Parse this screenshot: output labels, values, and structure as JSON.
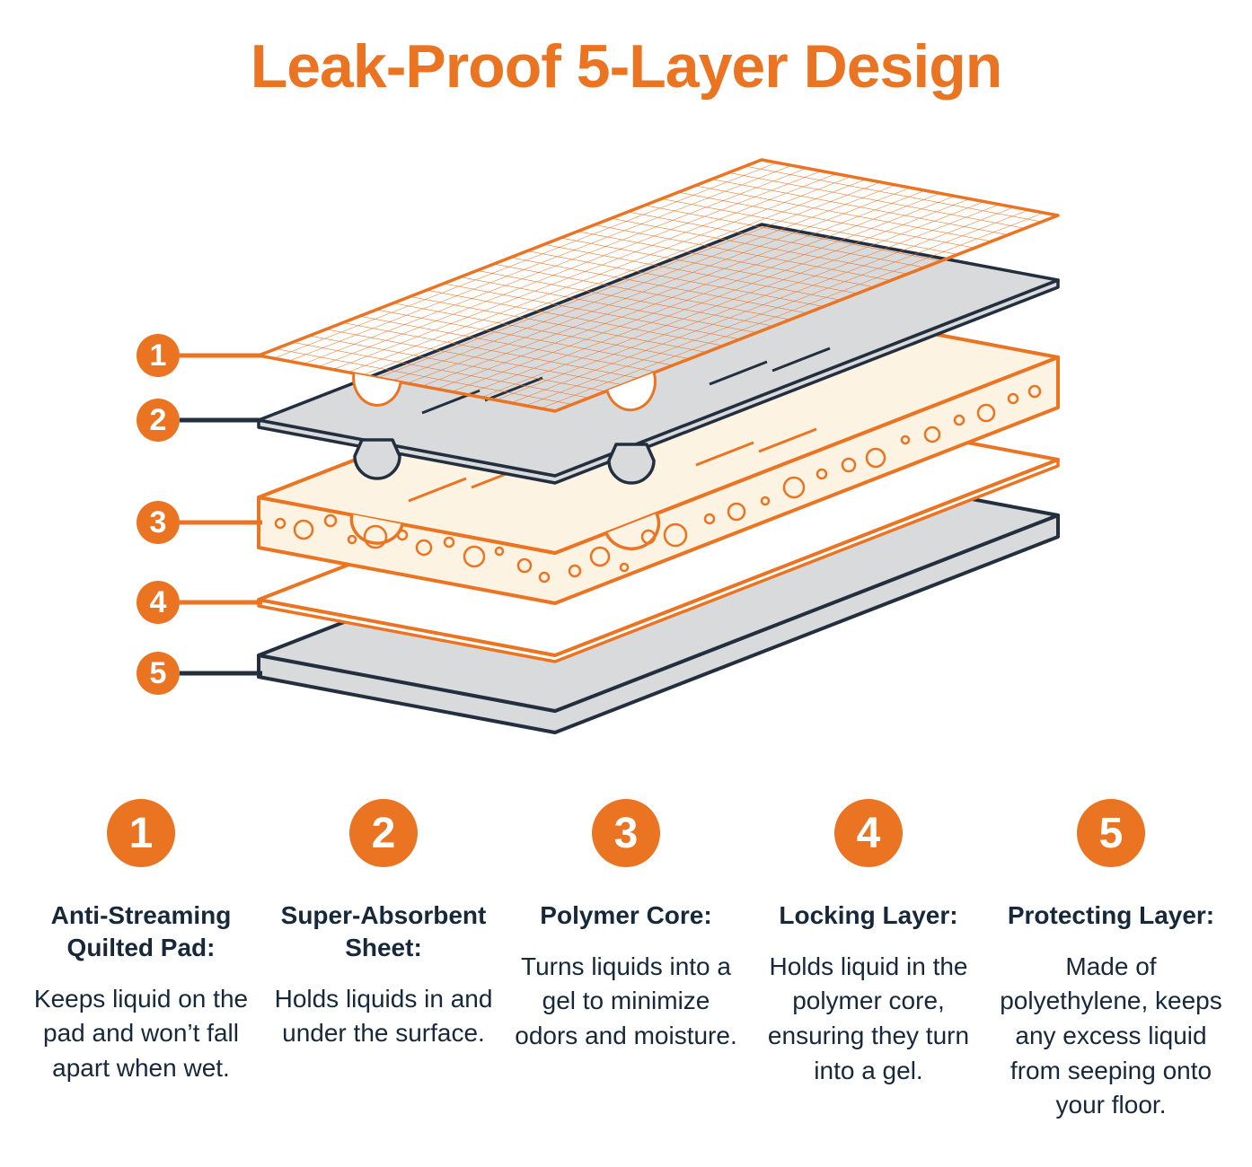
{
  "title": "Leak-Proof 5-Layer Design",
  "colors": {
    "accent_orange": "#EB7423",
    "dark_navy": "#232F3E",
    "sheet_gray": "#D9DADC",
    "core_cream": "#FCF3E2"
  },
  "layers": [
    {
      "number": "1",
      "heading": "Anti-Streaming Quilted Pad:",
      "description": "Keeps liquid on the pad and won’t fall apart when wet."
    },
    {
      "number": "2",
      "heading": "Super-Absorbent Sheet:",
      "description": "Holds liquids in and under the surface."
    },
    {
      "number": "3",
      "heading": "Polymer Core:",
      "description": "Turns liquids into a gel to minimize odors and moisture."
    },
    {
      "number": "4",
      "heading": "Locking Layer:",
      "description": "Holds liquid in the polymer core, ensuring they turn into a gel."
    },
    {
      "number": "5",
      "heading": "Protecting Layer:",
      "description": "Made of polyethylene, keeps any excess liquid from seeping onto your floor."
    }
  ]
}
